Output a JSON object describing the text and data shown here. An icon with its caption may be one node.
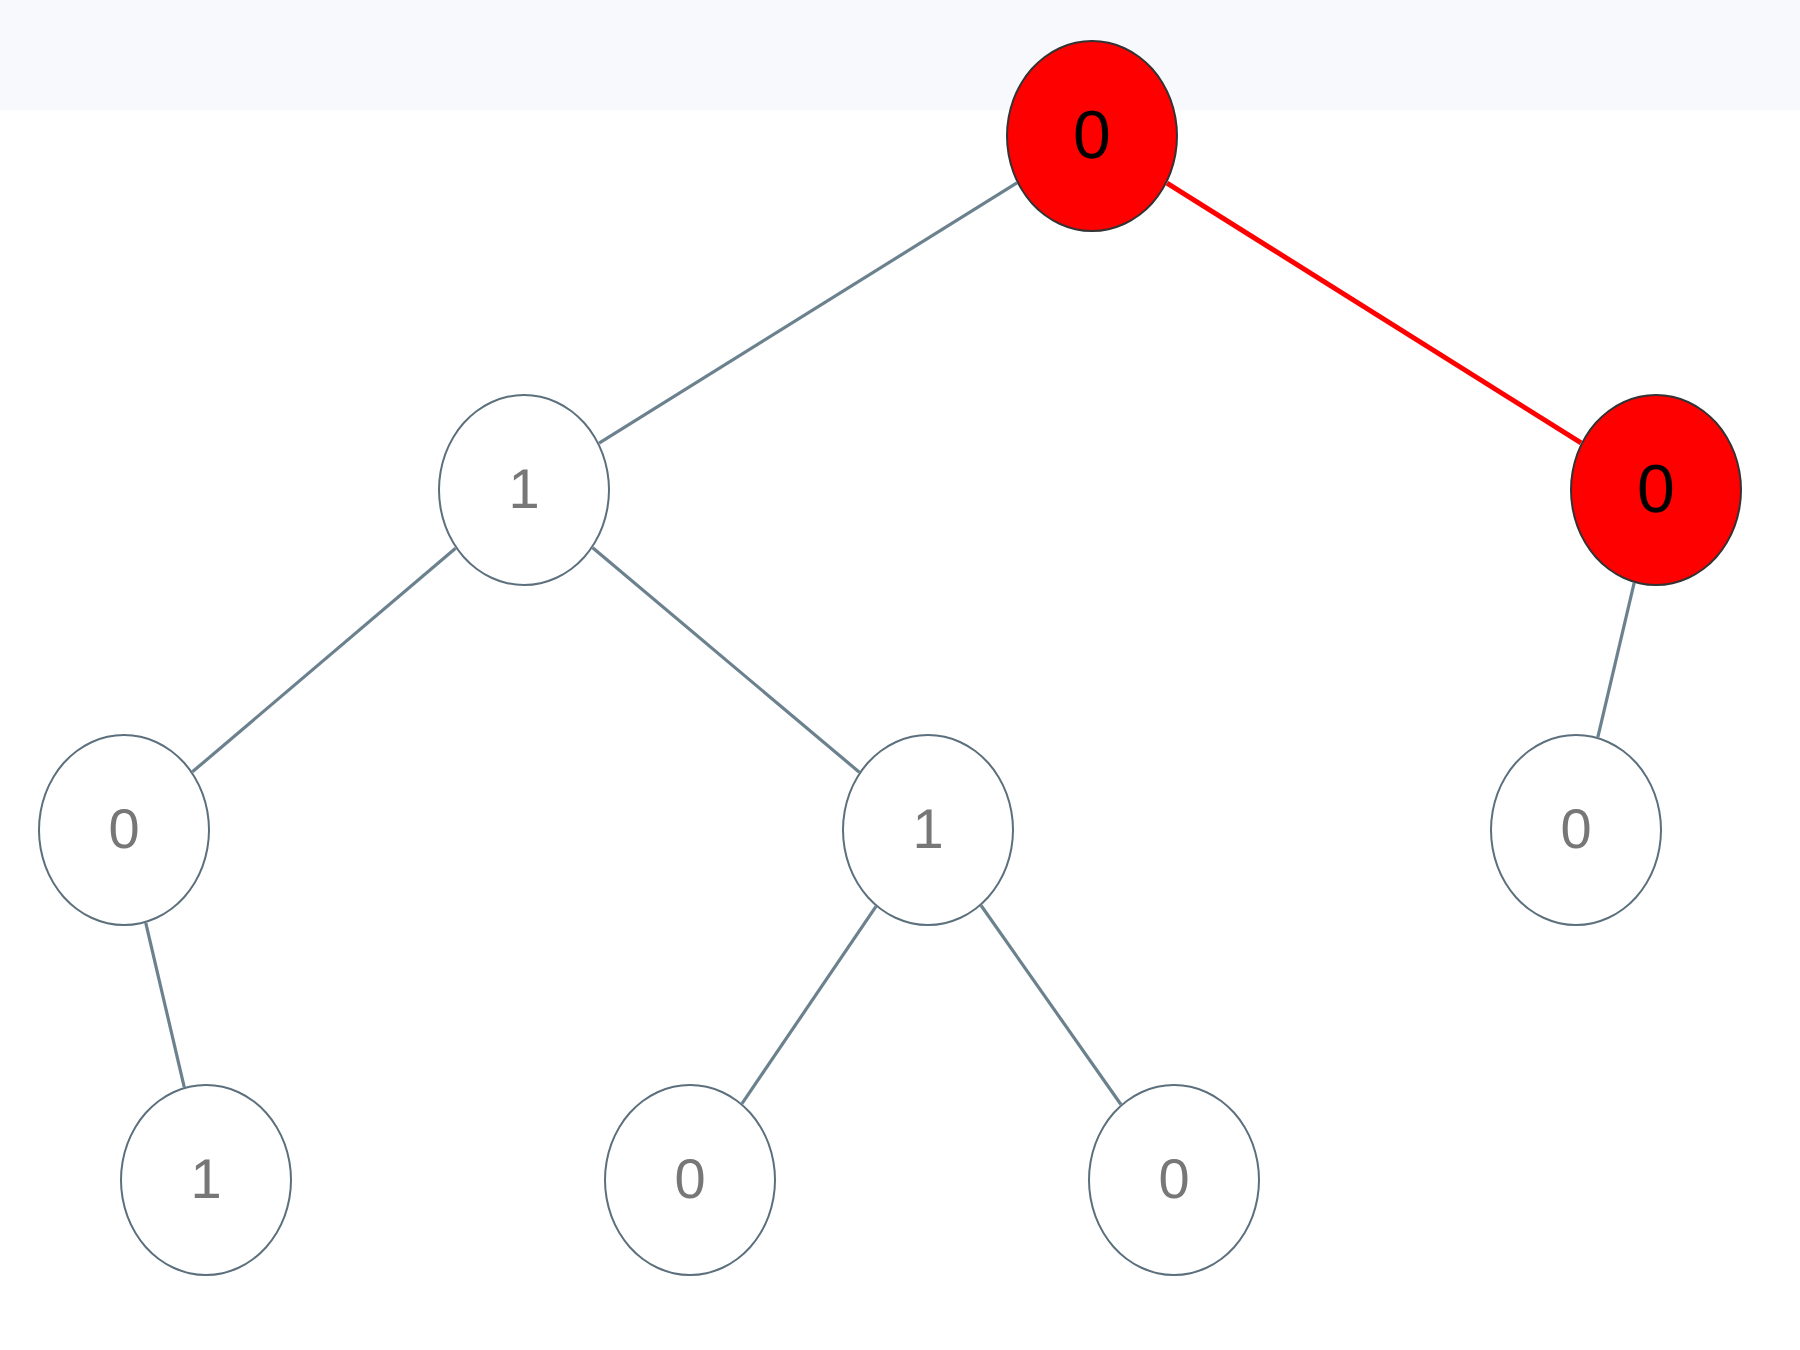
{
  "diagram": {
    "nodes": [
      {
        "text": [
          "0"
        ]
      },
      {
        "text": [
          "1"
        ]
      },
      {
        "text": [
          "0"
        ]
      },
      {
        "text": [
          "0"
        ]
      },
      {
        "text": [
          "1"
        ]
      },
      {
        "text": [
          "0"
        ]
      },
      {
        "text": [
          "1"
        ]
      },
      {
        "text": [
          "0"
        ]
      },
      {
        "text": [
          "0"
        ]
      }
    ],
    "edges": [
      {
        "from": 0,
        "to": 1,
        "arrow": "none"
      },
      {
        "from": 0,
        "to": 2,
        "arrow": "none",
        "color": "#ff0000"
      },
      {
        "from": 1,
        "to": 3,
        "arrow": "none"
      },
      {
        "from": 1,
        "to": 4,
        "arrow": "none"
      },
      {
        "from": 2,
        "to": 5,
        "arrow": "none"
      },
      {
        "from": 3,
        "to": 6,
        "arrow": "none"
      },
      {
        "from": 4,
        "to": 7,
        "arrow": "none"
      },
      {
        "from": 4,
        "to": 8,
        "arrow": "none"
      }
    ]
  }
}
